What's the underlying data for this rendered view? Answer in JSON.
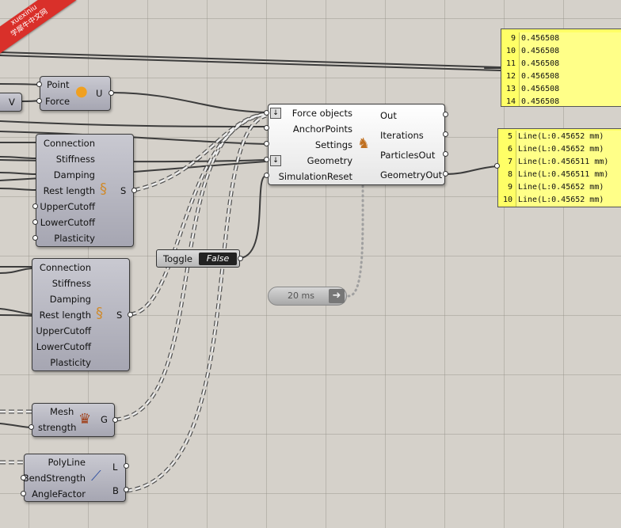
{
  "watermark": {
    "line1": "xuexiniu",
    "line2": "学犀牛中文网"
  },
  "components": {
    "point_force": {
      "inputs": [
        "Point",
        "Force"
      ],
      "output": "U"
    },
    "v_stub": {
      "output": "V"
    },
    "spring1": {
      "inputs": [
        "Connection",
        "Stiffness",
        "Damping",
        "Rest length",
        "UpperCutoff",
        "LowerCutoff",
        "Plasticity"
      ],
      "output": "S"
    },
    "spring2": {
      "inputs": [
        "Connection",
        "Stiffness",
        "Damping",
        "Rest length",
        "UpperCutoff",
        "LowerCutoff",
        "Plasticity"
      ],
      "output": "S"
    },
    "mesh": {
      "inputs": [
        "Mesh",
        "strength"
      ],
      "output": "G"
    },
    "polyline": {
      "inputs": [
        "PolyLine",
        "BendStrength",
        "AngleFactor"
      ],
      "outputs": [
        "L",
        "B"
      ]
    },
    "kangaroo": {
      "inputs": [
        "Force objects",
        "AnchorPoints",
        "Settings",
        "Geometry",
        "SimulationReset"
      ],
      "outputs": [
        "Out",
        "Iterations",
        "ParticlesOut",
        "GeometryOut"
      ]
    },
    "toggle": {
      "label": "Toggle",
      "value": "False"
    },
    "timer": {
      "label": "20 ms"
    }
  },
  "panel_top": {
    "rows": [
      {
        "i": "9",
        "v": "0.456508"
      },
      {
        "i": "10",
        "v": "0.456508"
      },
      {
        "i": "11",
        "v": "0.456508"
      },
      {
        "i": "12",
        "v": "0.456508"
      },
      {
        "i": "13",
        "v": "0.456508"
      },
      {
        "i": "14",
        "v": "0.456508"
      }
    ]
  },
  "panel_bottom": {
    "rows": [
      {
        "i": "5",
        "v": "Line(L:0.45652 mm)"
      },
      {
        "i": "6",
        "v": "Line(L:0.45652 mm)"
      },
      {
        "i": "7",
        "v": "Line(L:0.456511 mm)"
      },
      {
        "i": "8",
        "v": "Line(L:0.456511 mm)"
      },
      {
        "i": "9",
        "v": "Line(L:0.45652 mm)"
      },
      {
        "i": "10",
        "v": "Line(L:0.45652 mm)"
      }
    ]
  },
  "colors": {
    "canvas": "#d5d1ca",
    "panel": "#ffff66",
    "wire": "#3c3c3c",
    "ribbon": "#d9302a"
  }
}
